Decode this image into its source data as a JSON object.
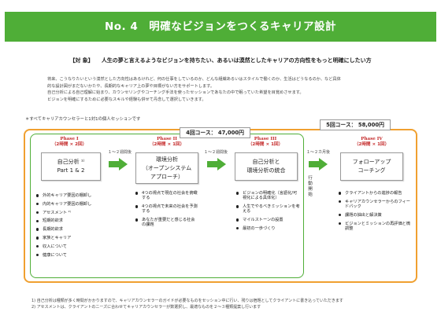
{
  "title": "No. 4　明確なビジョンをつくるキャリア設計",
  "target": {
    "label": "【対 象】",
    "text": "人生の夢と言えるようなビジョンを持ちたい、あるいは漠然としたキャリアの方向性をもっと明確にしたい方"
  },
  "intro": [
    "将来、こうなりたいという漠然とした方向性はあるけれど、何の仕事をしているのか、どんな組織あるいはスタイルで働くのか、生活はどうなるのか、など具体",
    "的な設計図がまだないかたや、長期的なキャリア上の夢や目標がない方をサポートします。",
    "自己分析による自己理解に始まり、カウンセリングやコーチング手法を使ったセッションであなたの中で眠っていた希望を目覚めさせます。",
    "ビジョンを明確にするために必要なスキルや経験も併せて丹念して選択していきます。"
  ],
  "session_note": "＊すべてキャリアカウンセラーと1対1の個人セッションです",
  "courses": {
    "four": "4回コース：  47,000円",
    "five": "5回コース：  58,000円"
  },
  "phases": [
    {
      "name": "Phase I",
      "sessions": "（2時間 × 2回）",
      "box_lines": [
        "自己分析 ¹⁾",
        "Part 1 & 2"
      ],
      "bullets": [
        "外的キャリア要因の棚卸し",
        "内的キャリア要因の棚卸し",
        "アセスメント ²⁾",
        "短期的欲求",
        "長期的欲求",
        "家族とキャリア",
        "収入について",
        "健康について"
      ]
    },
    {
      "name": "Phase II",
      "sessions": "（2時間 × 1回）",
      "box_lines": [
        "環境分析",
        "（オープンシステム",
        "アプローチ）"
      ],
      "bullets": [
        "4つの視点で現在の社会を俯瞰する",
        "4つの視点で未来の社会を予測する",
        "あなたが重要だと感じる社会の課題"
      ]
    },
    {
      "name": "Phase III",
      "sessions": "（2時間 × 1回）",
      "box_lines": [
        "自己分析と",
        "環境分析の統合"
      ],
      "bullets": [
        "ビジョンの明確化（言語化/可視化による具体化）",
        "人生でやるべきミッションを考える",
        "マイルストーンの設置",
        "最初の一歩づくり"
      ]
    },
    {
      "name": "Phase IV",
      "sessions": "（2時間 × 1回）",
      "box_lines": [
        "フォローアップ",
        "コーチング"
      ],
      "bullets": [
        "クライアントからの進捗の報告",
        "キャリアカウンセラーからのフィードバック",
        "課題の抽出と解決策",
        "ビジョンとミッションの再評価と微調整"
      ]
    }
  ],
  "durations": [
    "１～２週間後",
    "１～２週間後",
    "１～２カ月後"
  ],
  "action_start": "行動開始",
  "footnotes": [
    "1)  自己分析は種類が多く時間がかかりますので、キャリアカウンセラーのガイドが必要なものをセッション中に行い、残りは宿題としてクライアントに書き込っていただきます",
    "2)  アセスメントは、クライアントのニーズに合わせてキャリアカウンセラーが数選択し、最適なものを２～３種類提案し行います"
  ],
  "colors": {
    "title_bar": "#4fae37",
    "phase_title": "#c42a2a",
    "arrow": "#4fae37",
    "orange_border": "#f0a030",
    "green_border": "#4fae37"
  }
}
